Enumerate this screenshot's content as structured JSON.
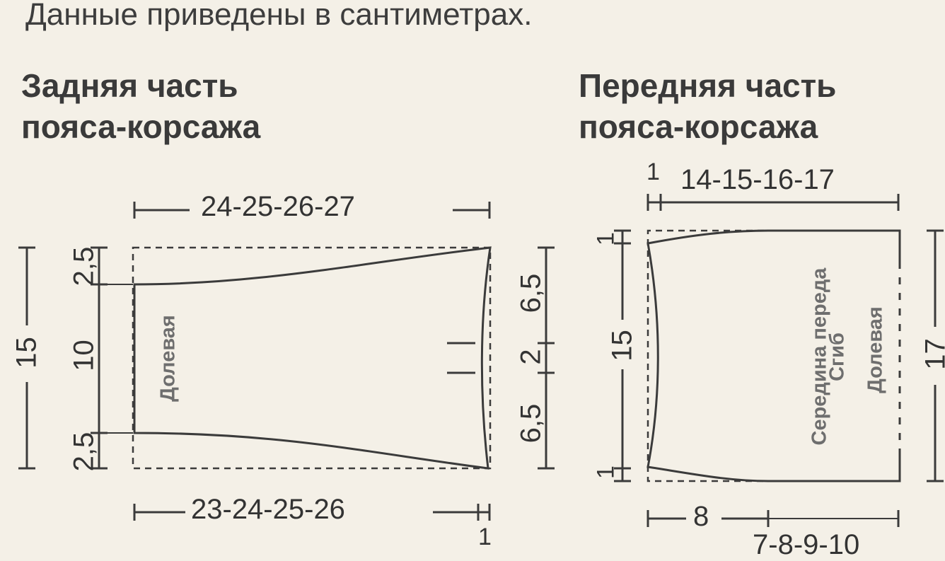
{
  "note": "Данные приведены в сантиметрах.",
  "back": {
    "title_line1": "Задняя часть",
    "title_line2": "пояса-корсажа",
    "top_width": "24-25-26-27",
    "bottom_width": "23-24-25-26",
    "bottom_offset": "1",
    "left_total": "15",
    "left_top": "2,5",
    "left_mid": "10",
    "left_bottom": "2,5",
    "right_top": "6,5",
    "right_mid": "2",
    "right_bottom": "6,5",
    "label": "Долевая"
  },
  "front": {
    "title_line1": "Передняя часть",
    "title_line2": "пояса-корсажа",
    "top_offset": "1",
    "top_width": "14-15-16-17",
    "left_top": "1",
    "left_total": "15",
    "left_bottom": "1",
    "right_total": "17",
    "bottom_width1": "8",
    "bottom_width2": "7-8-9-10",
    "label_center": "Середина переда",
    "label_fold": "Сгиб",
    "label_grain": "Долевая"
  },
  "colors": {
    "ink": "#3b3b3b",
    "paper": "#f4f0e7"
  }
}
